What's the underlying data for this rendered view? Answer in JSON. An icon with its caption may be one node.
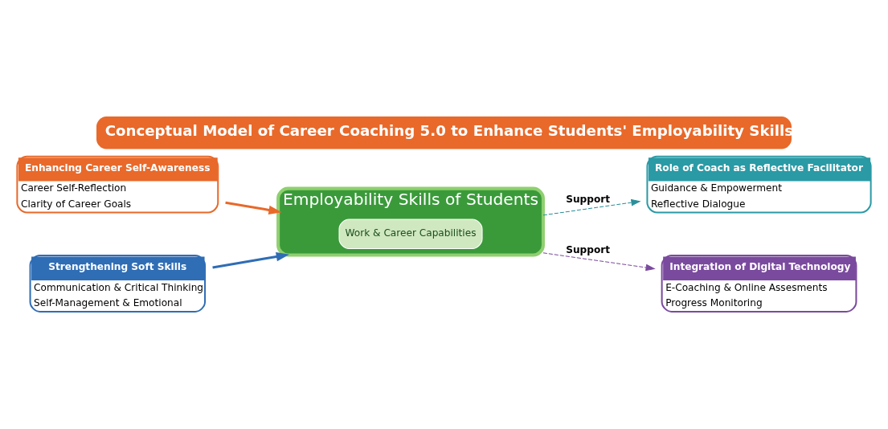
{
  "diagram": {
    "title": "Conceptual Model of Career Coaching 5.0 to Enhance Students' Employability Skills",
    "nodes": [
      {
        "text": [
          "Enhancing Career Self-Awareness",
          "Career Self-Reflection",
          "Clarity of Career Goals"
        ]
      },
      {
        "text": [
          "Strengthening Soft Skills",
          "Communication & Critical Thinking",
          "Self-Management & Emotional"
        ]
      },
      {
        "text": [
          "Employability Skills of Students"
        ]
      },
      {
        "text": [
          "Work & Career Capabilities"
        ],
        "in": 2
      },
      {
        "text": [
          "Role of Coach as Reflective Facilitator",
          "Guidance & Empowerment",
          "Reflective Dialogue"
        ]
      },
      {
        "text": [
          "Integration of Digital Technology",
          "E-Coaching & Online Assesments",
          "Progress Monitoring"
        ]
      }
    ],
    "edges": [
      {
        "from": 0,
        "to": 3,
        "arrow": "to",
        "style": "thick",
        "color": "#e8692a"
      },
      {
        "from": 1,
        "to": 3,
        "arrow": "to",
        "style": "thick",
        "color": "#2f6db5"
      },
      {
        "from": 3,
        "to": 4,
        "arrow": "to",
        "style": "dashed",
        "color": "#2a8f9a",
        "label": "Support"
      },
      {
        "from": 3,
        "to": 5,
        "arrow": "to",
        "style": "dashed",
        "color": "#7a4a9e",
        "label": "Support"
      }
    ]
  }
}
